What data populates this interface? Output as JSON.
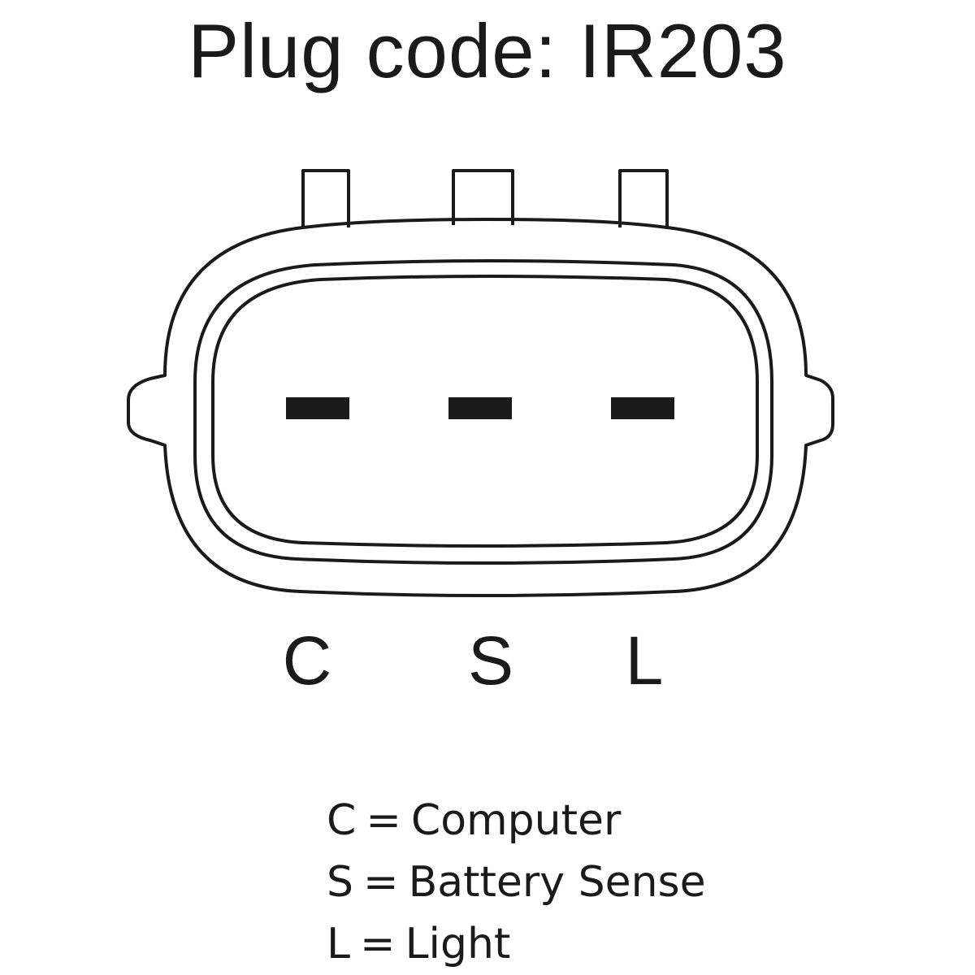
{
  "title": "Plug code: IR203",
  "pins": [
    {
      "code": "C",
      "meaning": "Computer"
    },
    {
      "code": "S",
      "meaning": "Battery Sense"
    },
    {
      "code": "L",
      "meaning": "Light"
    }
  ],
  "legend_separator": "=",
  "colors": {
    "stroke": "#1a1a1a",
    "background": "#ffffff"
  }
}
